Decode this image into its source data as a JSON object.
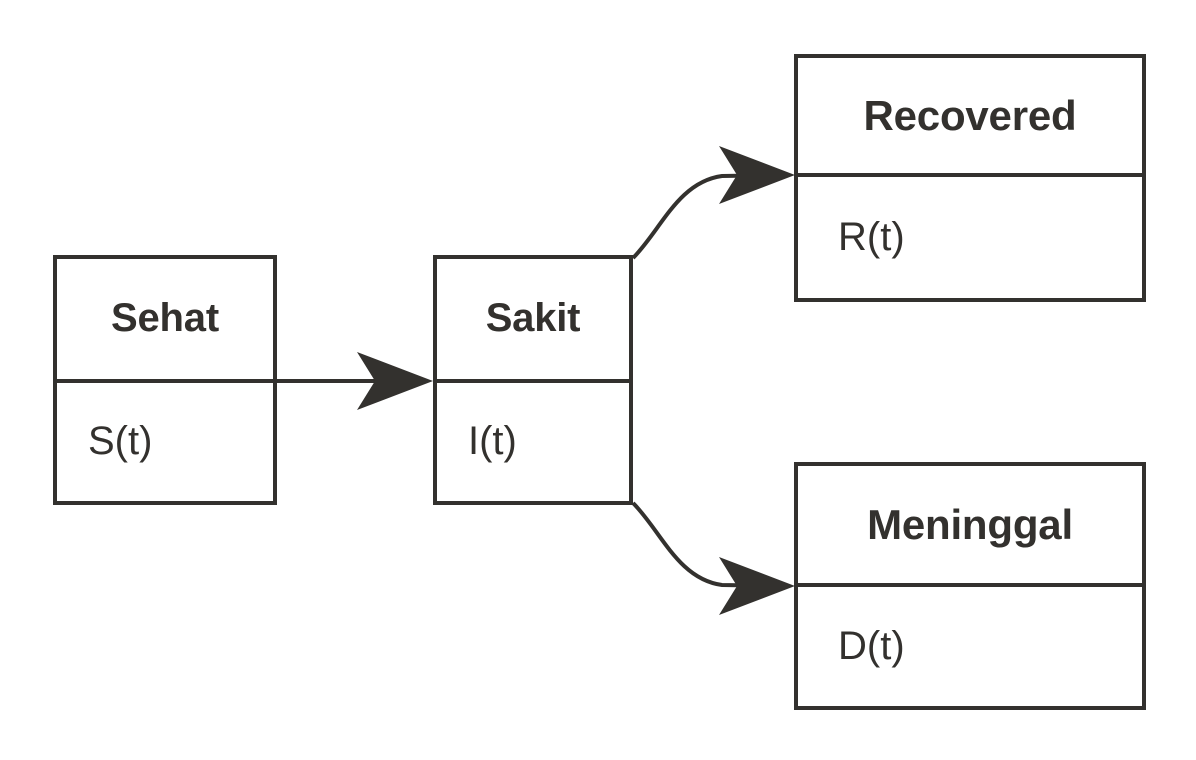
{
  "diagram": {
    "title": "SIRD compartment flow diagram",
    "background_color": "#ffffff",
    "stroke_color": "#33312E",
    "text_color": "#33312E"
  },
  "nodes": {
    "sehat": {
      "header": "Sehat",
      "body": "S(t)"
    },
    "sakit": {
      "header": "Sakit",
      "body": "I(t)"
    },
    "recovered": {
      "header": "Recovered",
      "body": "R(t)"
    },
    "meninggal": {
      "header": "Meninggal",
      "body": "D(t)"
    }
  },
  "edges": [
    {
      "id": "sehat-to-sakit",
      "from": "sehat",
      "to": "sakit",
      "label": "",
      "style": "straight",
      "arrowhead": "classic"
    },
    {
      "id": "sakit-to-recovered",
      "from": "sakit",
      "to": "recovered",
      "label": "",
      "style": "curved",
      "arrowhead": "classic"
    },
    {
      "id": "sakit-to-meninggal",
      "from": "sakit",
      "to": "meninggal",
      "label": "",
      "style": "curved",
      "arrowhead": "classic"
    }
  ]
}
